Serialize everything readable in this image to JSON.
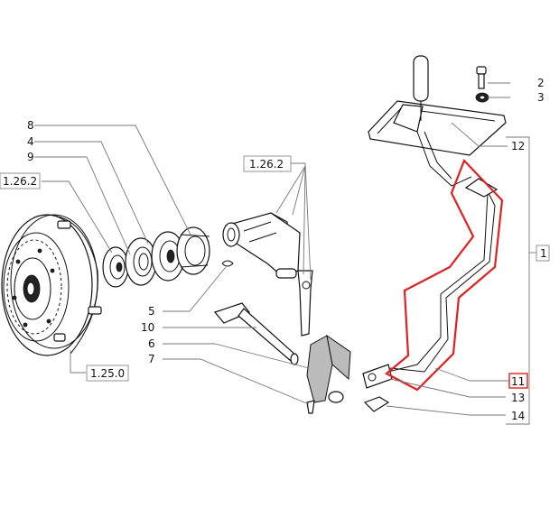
{
  "labels": {
    "l1": "1",
    "l2": "2",
    "l3": "3",
    "l4": "4",
    "l5": "5",
    "l6": "6",
    "l7": "7",
    "l8": "8",
    "l9": "9",
    "l10": "10",
    "l11": "11",
    "l12": "12",
    "l13": "13",
    "l14": "14",
    "ref_1_26_2_left": "1.26.2",
    "ref_1_26_2_top": "1.26.2",
    "ref_1_25_0": "1.25.0"
  },
  "colors": {
    "highlight": "#e02020",
    "line": "#111111",
    "leader": "#777777"
  }
}
